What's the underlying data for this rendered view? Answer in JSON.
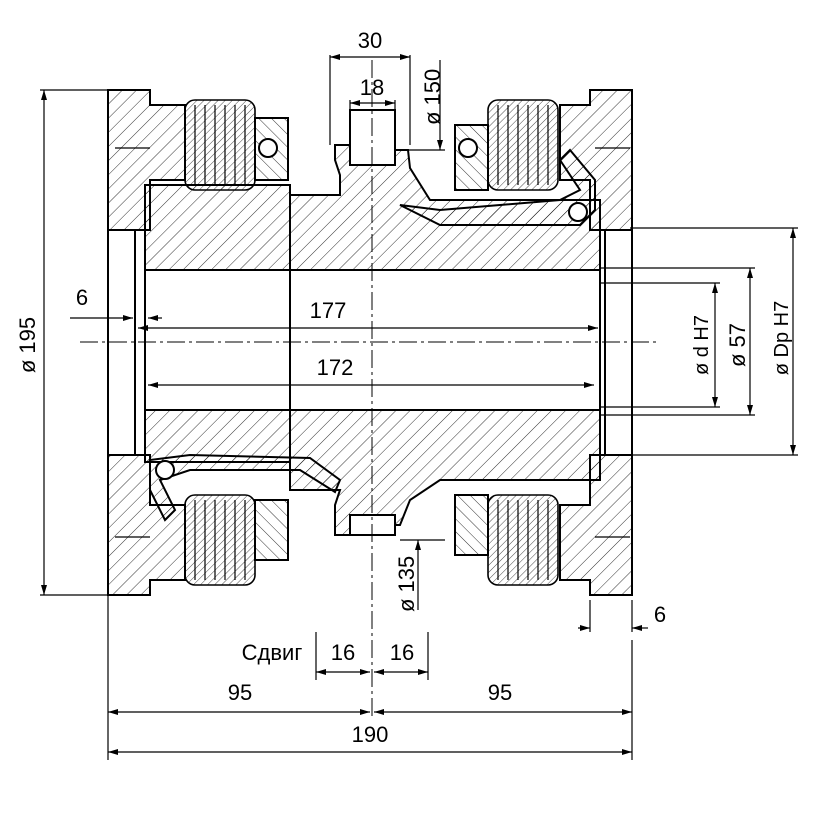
{
  "labels": {
    "dim_30": "30",
    "dim_18": "18",
    "dim_d150": "ø 150",
    "dim_d195": "ø 195",
    "dim_6_left": "6",
    "dim_177": "177",
    "dim_172": "172",
    "dim_dH7": "ø d H7",
    "dim_d57": "ø 57",
    "dim_DpH7": "ø Dp H7",
    "dim_d135": "ø 135",
    "dim_6_right": "6",
    "shift_label": "Сдвиг",
    "shift_left": "16",
    "shift_right": "16",
    "dim_95_left": "95",
    "dim_95_right": "95",
    "dim_190": "190"
  }
}
